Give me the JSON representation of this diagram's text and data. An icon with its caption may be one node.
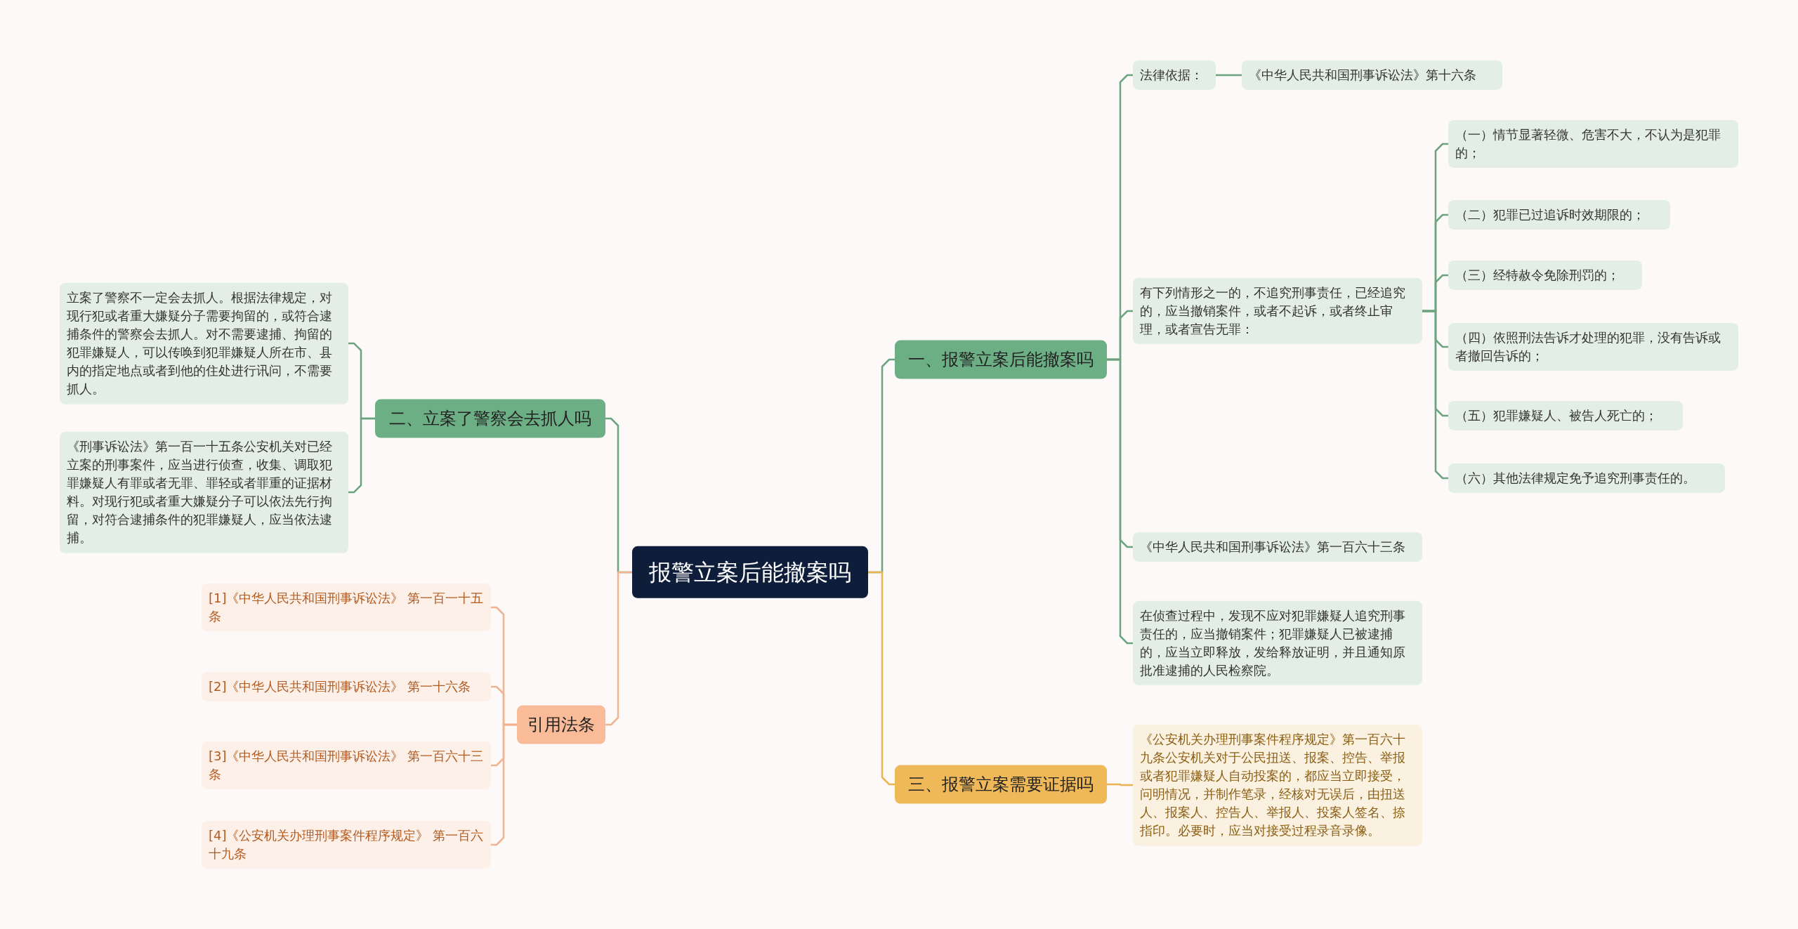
{
  "diagram": {
    "nodes": [
      {
        "text": [
          "报警立案后能撤案吗"
        ]
      },
      {
        "text": [
          "一、报警立案后能撤案吗"
        ]
      },
      {
        "text": [
          "法律依据："
        ]
      },
      {
        "text": [
          "《中华人民共和国刑事诉讼法》第十六条"
        ]
      },
      {
        "text": [
          "有下列情形之一的，不追究刑事责任，已经追究的，应当撤销案件，或者不起诉，或者终止审理，或者宣告无罪："
        ]
      },
      {
        "text": [
          "（一）情节显著轻微、危害不大，不认为是犯罪的；"
        ]
      },
      {
        "text": [
          "（二）犯罪已过追诉时效期限的；"
        ]
      },
      {
        "text": [
          "（三）经特赦令免除刑罚的；"
        ]
      },
      {
        "text": [
          "（四）依照刑法告诉才处理的犯罪，没有告诉或者撤回告诉的；"
        ]
      },
      {
        "text": [
          "（五）犯罪嫌疑人、被告人死亡的；"
        ]
      },
      {
        "text": [
          "（六）其他法律规定免予追究刑事责任的。"
        ]
      },
      {
        "text": [
          "《中华人民共和国刑事诉讼法》第一百六十三条"
        ]
      },
      {
        "text": [
          "在侦查过程中，发现不应对犯罪嫌疑人追究刑事责任的，应当撤销案件；犯罪嫌疑人已被逮捕的，应当立即释放，发给释放证明，并且通知原批准逮捕的人民检察院。"
        ]
      },
      {
        "text": [
          "三、报警立案需要证据吗"
        ]
      },
      {
        "text": [
          "《公安机关办理刑事案件程序规定》第一百六十九条公安机关对于公民扭送、报案、控告、举报或者犯罪嫌疑人自动投案的，都应当立即接受，问明情况，并制作笔录，经核对无误后，由扭送人、报案人、控告人、举报人、投案人签名、捺指印。必要时，应当对接受过程录音录像。"
        ]
      },
      {
        "text": [
          "二、立案了警察会去抓人吗"
        ]
      },
      {
        "text": [
          "立案了警察不一定会去抓人。根据法律规定，对现行犯或者重大嫌疑分子需要拘留的，或符合逮捕条件的警察会去抓人。对不需要逮捕、拘留的犯罪嫌疑人，可以传唤到犯罪嫌疑人所在市、县内的指定地点或者到他的住处进行讯问，不需要抓人。"
        ]
      },
      {
        "text": [
          "《刑事诉讼法》第一百一十五条公安机关对已经立案的刑事案件，应当进行侦查，收集、调取犯罪嫌疑人有罪或者无罪、罪轻或者罪重的证据材料。对现行犯或者重大嫌疑分子可以依法先行拘留，对符合逮捕条件的犯罪嫌疑人，应当依法逮捕。"
        ]
      },
      {
        "text": [
          "引用法条"
        ]
      },
      {
        "text": [
          "[1]《中华人民共和国刑事诉讼法》 第一百一十五条"
        ]
      },
      {
        "text": [
          "[2]《中华人民共和国刑事诉讼法》 第一十六条"
        ]
      },
      {
        "text": [
          "[3]《中华人民共和国刑事诉讼法》 第一百六十三条"
        ]
      },
      {
        "text": [
          "[4]《公安机关办理刑事案件程序规定》 第一百六十九条"
        ]
      }
    ],
    "edges": [
      {
        "from": 0,
        "to": 1,
        "arrow": "none"
      },
      {
        "from": 1,
        "to": 2,
        "arrow": "none"
      },
      {
        "from": 2,
        "to": 3,
        "arrow": "none"
      },
      {
        "from": 1,
        "to": 4,
        "arrow": "none"
      },
      {
        "from": 4,
        "to": 5,
        "arrow": "none"
      },
      {
        "from": 4,
        "to": 6,
        "arrow": "none"
      },
      {
        "from": 4,
        "to": 7,
        "arrow": "none"
      },
      {
        "from": 4,
        "to": 8,
        "arrow": "none"
      },
      {
        "from": 4,
        "to": 9,
        "arrow": "none"
      },
      {
        "from": 4,
        "to": 10,
        "arrow": "none"
      },
      {
        "from": 1,
        "to": 11,
        "arrow": "none"
      },
      {
        "from": 1,
        "to": 12,
        "arrow": "none"
      },
      {
        "from": 0,
        "to": 13,
        "arrow": "none",
        "color": "#e9b552"
      },
      {
        "from": 13,
        "to": 14,
        "arrow": "none",
        "color": "#e9b552"
      },
      {
        "from": 0,
        "to": 15,
        "arrow": "none"
      },
      {
        "from": 15,
        "to": 16,
        "arrow": "none"
      },
      {
        "from": 15,
        "to": 17,
        "arrow": "none"
      },
      {
        "from": 0,
        "to": 18,
        "arrow": "none",
        "color": "#f2b48e"
      },
      {
        "from": 18,
        "to": 19,
        "arrow": "none",
        "color": "#f2b48e"
      },
      {
        "from": 18,
        "to": 20,
        "arrow": "none",
        "color": "#f2b48e"
      },
      {
        "from": 18,
        "to": 21,
        "arrow": "none",
        "color": "#f2b48e"
      },
      {
        "from": 18,
        "to": 22,
        "arrow": "none",
        "color": "#f2b48e"
      }
    ]
  }
}
